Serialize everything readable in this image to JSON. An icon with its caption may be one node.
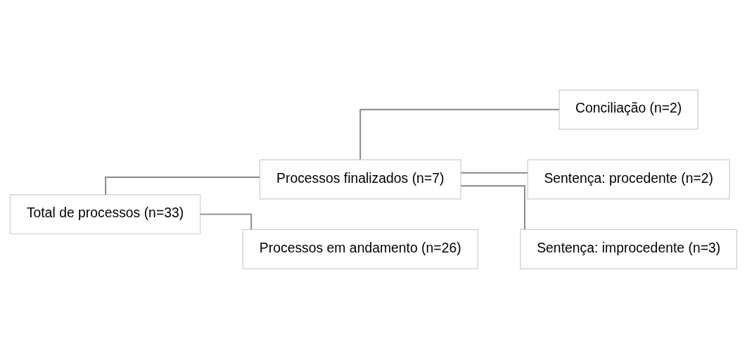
{
  "diagram": {
    "nodes": [
      {
        "text": [
          "Total de processos (n=33)"
        ]
      },
      {
        "text": [
          "Processos finalizados (n=7)"
        ]
      },
      {
        "text": [
          "Processos em andamento (n=26)"
        ]
      },
      {
        "text": [
          "Conciliação (n=2)"
        ]
      },
      {
        "text": [
          "Sentença: procedente (n=2)"
        ]
      },
      {
        "text": [
          "Sentença: improcedente (n=3)"
        ]
      }
    ],
    "edges": [
      {
        "from": 0,
        "to": 1,
        "arrow": "none"
      },
      {
        "from": 0,
        "to": 2,
        "arrow": "none"
      },
      {
        "from": 1,
        "to": 3,
        "arrow": "none"
      },
      {
        "from": 1,
        "to": 4,
        "arrow": "none"
      },
      {
        "from": 1,
        "to": 5,
        "arrow": "none"
      }
    ]
  }
}
